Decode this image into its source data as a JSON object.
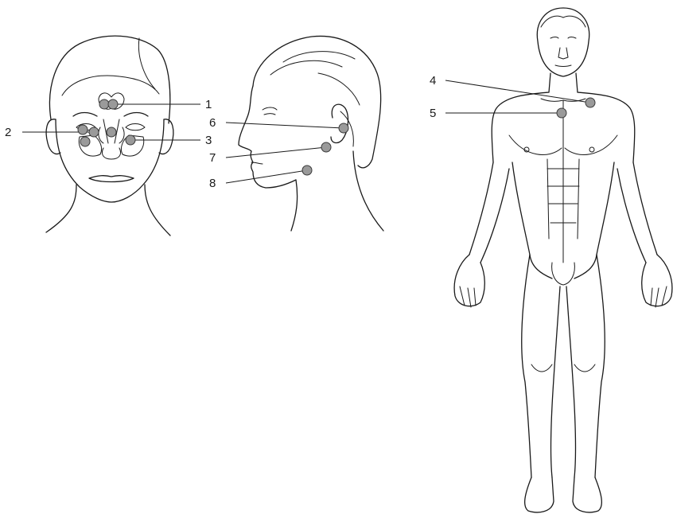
{
  "colors": {
    "line": "#1a1a1a",
    "marker_fill": "#9a9a9a",
    "background": "#ffffff"
  },
  "labels": {
    "n1": "1",
    "n2": "2",
    "n3": "3",
    "n4": "4",
    "n5": "5",
    "n6": "6",
    "n7": "7",
    "n8": "8"
  }
}
